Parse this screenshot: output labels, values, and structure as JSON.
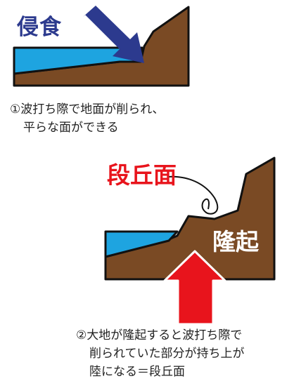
{
  "panel1": {
    "label": "侵食",
    "caption_line1": "①波打ち際で地面が削られ、",
    "caption_line2": "平らな面ができる"
  },
  "panel2": {
    "terrace_label": "段丘面",
    "uplift_label": "隆起",
    "caption_line1": "②大地が隆起すると波打ち際で",
    "caption_line2": "削られていた部分が持ち上が",
    "caption_line3": "陸になる＝段丘面"
  },
  "colors": {
    "earth": "#7a4a24",
    "water": "#1ea4e0",
    "erosion_arrow": "#2c3a8e",
    "uplift_arrow": "#e8141c",
    "outline": "#111111"
  }
}
